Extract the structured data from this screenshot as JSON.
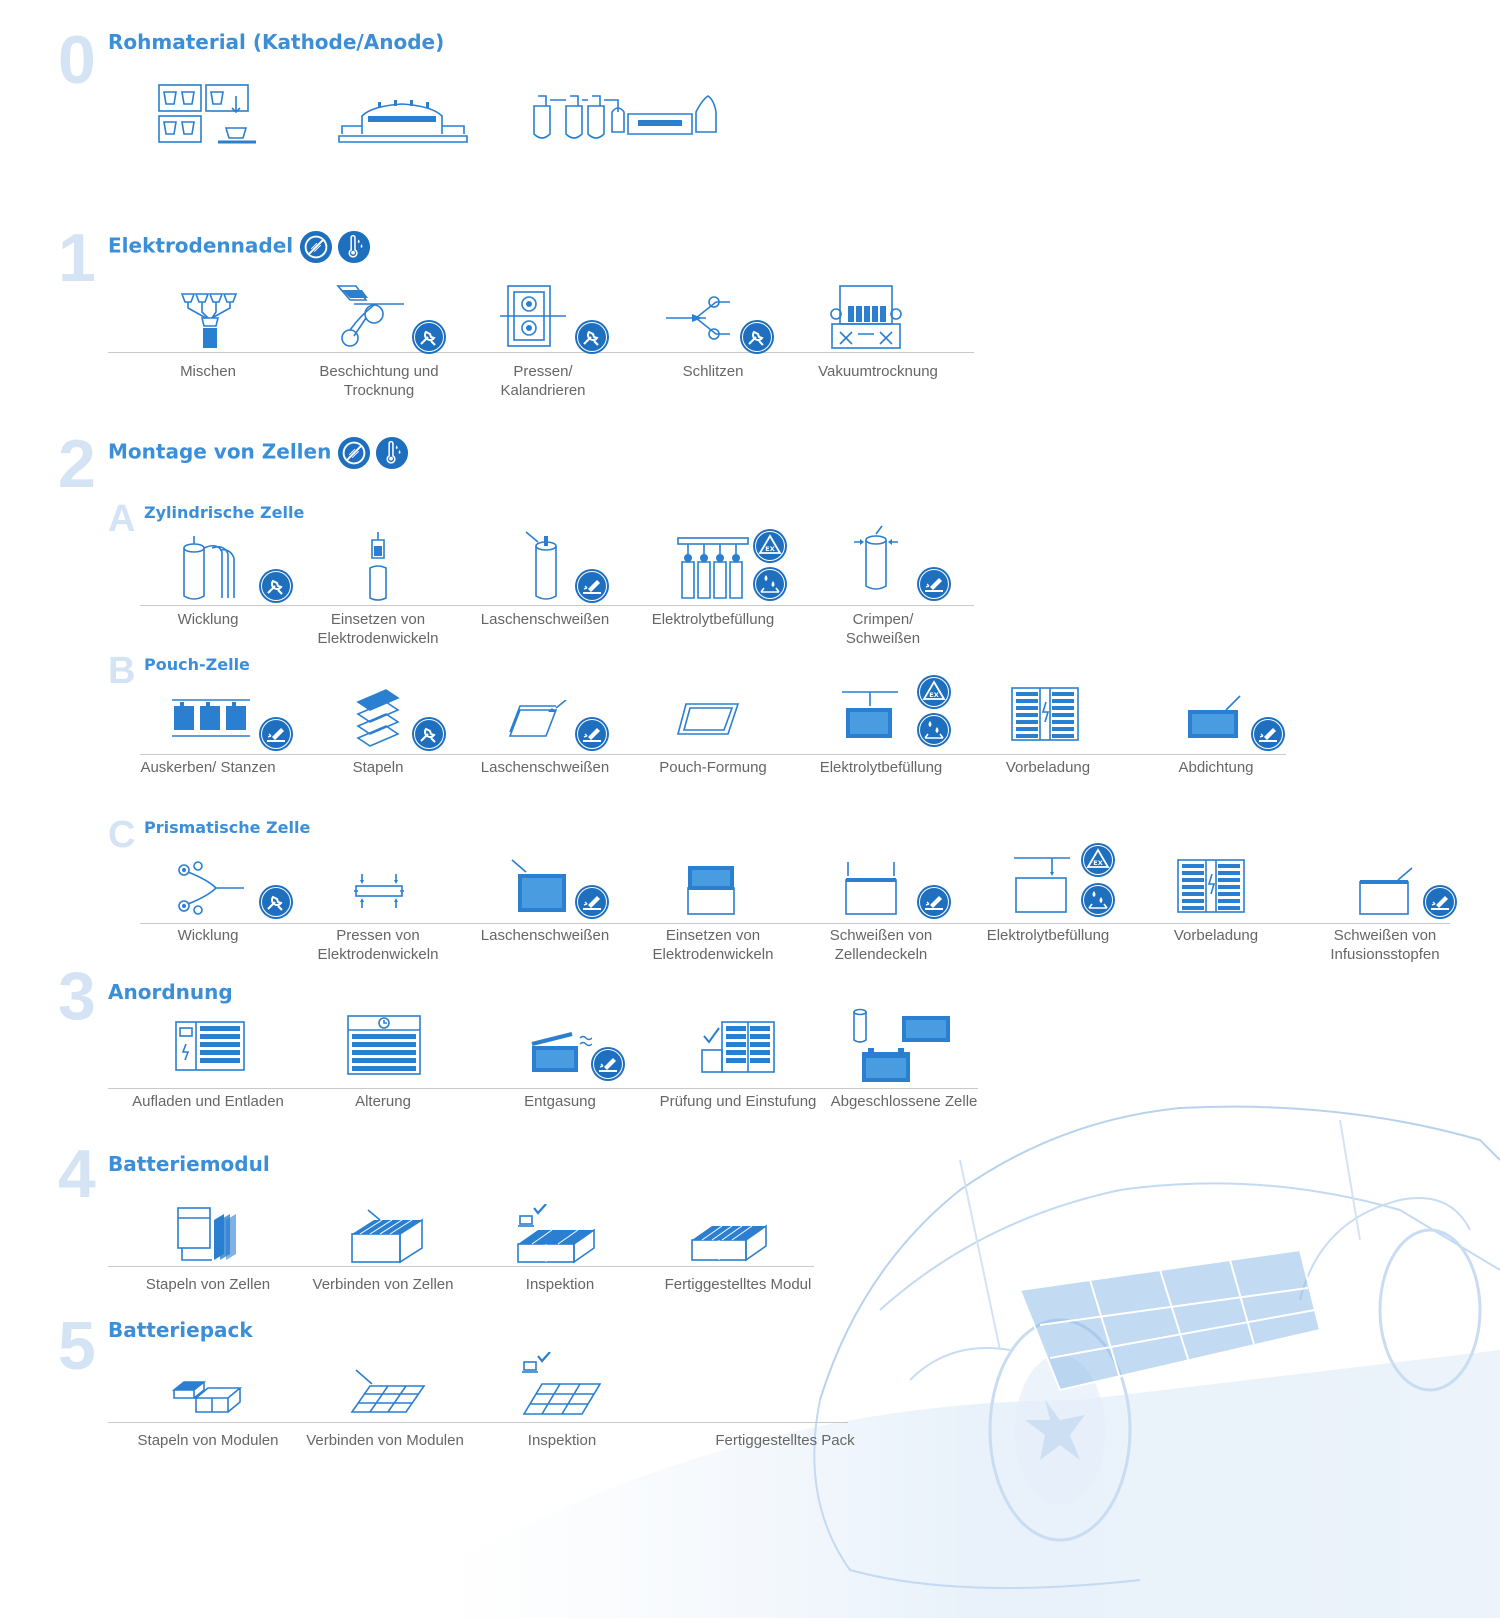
{
  "colors": {
    "accent": "#3b8fd9",
    "dark_blue": "#1f6fbf",
    "light_number": "#d4e4f5",
    "label": "#666666",
    "line": "#c9c9c9"
  },
  "sections": {
    "s0": {
      "number": "0",
      "title": "Rohmaterial (Kathode/Anode)"
    },
    "s1": {
      "number": "1",
      "title": "Elektrodennadel",
      "steps": [
        "Mischen",
        "Beschichtung und Trocknung",
        "Pressen/ Kalandrieren",
        "Schlitzen",
        "Vakuumtrocknung"
      ]
    },
    "s2": {
      "number": "2",
      "title": "Montage von Zellen",
      "A": {
        "letter": "A",
        "title": "Zylindrische Zelle",
        "steps": [
          "Wicklung",
          "Einsetzen von Elektrodenwickeln",
          "Laschenschweißen",
          "Elektrolytbefüllung",
          "Crimpen/ Schweißen"
        ]
      },
      "B": {
        "letter": "B",
        "title": "Pouch-Zelle",
        "steps": [
          "Auskerben/ Stanzen",
          "Stapeln",
          "Laschenschweißen",
          "Pouch-Formung",
          "Elektrolytbefüllung",
          "Vorbeladung",
          "Abdichtung"
        ]
      },
      "C": {
        "letter": "C",
        "title": "Prismatische Zelle",
        "steps": [
          "Wicklung",
          "Pressen von Elektrodenwickeln",
          "Laschenschweißen",
          "Einsetzen von Elektrodenwickeln",
          "Schweißen von Zellendeckeln",
          "Elektrolytbefüllung",
          "Vorbeladung",
          "Schweißen von Infusionsstopfen"
        ]
      }
    },
    "s3": {
      "number": "3",
      "title": "Anordnung",
      "steps": [
        "Aufladen und Entladen",
        "Alterung",
        "Entgasung",
        "Prüfung und Einstufung",
        "Abgeschlossene Zelle"
      ]
    },
    "s4": {
      "number": "4",
      "title": "Batteriemodul",
      "steps": [
        "Stapeln von Zellen",
        "Verbinden von Zellen",
        "Inspektion",
        "Fertiggestelltes Modul"
      ]
    },
    "s5": {
      "number": "5",
      "title": "Batteriepack",
      "steps": [
        "Stapeln von Modulen",
        "Verbinden von Modulen",
        "Inspektion",
        "Fertiggestelltes Pack"
      ]
    }
  },
  "icons": {
    "badge_wrench": "wrench-badge-icon",
    "badge_welding": "welding-badge-icon",
    "badge_explosion": "explosion-badge-icon",
    "badge_droplets": "droplets-badge-icon",
    "badge_no_dust": "no-dust-badge-icon",
    "badge_temp_humidity": "temperature-humidity-badge-icon"
  }
}
